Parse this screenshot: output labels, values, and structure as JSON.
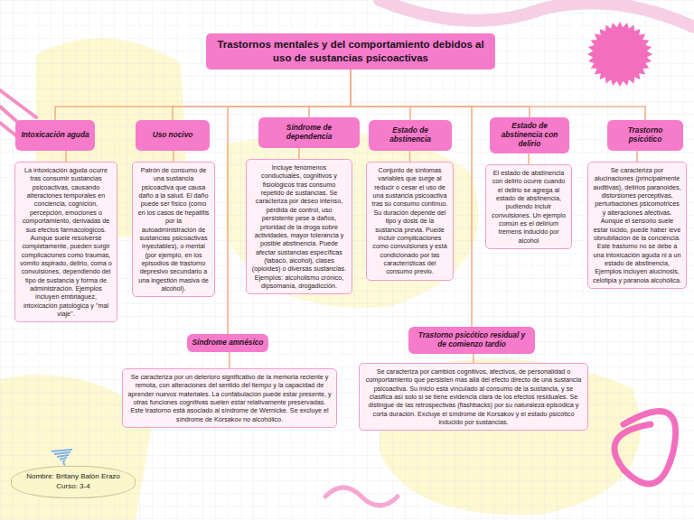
{
  "diagram": {
    "nodes": [
      {
        "text": [
          "Trastornos mentales y del comportamiento debidos al uso de sustancias psicoactivas"
        ]
      },
      {
        "text": [
          "Intoxicación aguda"
        ]
      },
      {
        "text": [
          "La intoxicación aguda ocurre tras consumir sustancias psicoactivas, causando alteraciones temporales en conciencia, cognición, percepción, emociones o comportamiento, derivadas de sus efectos farmacológicos. Aunque suele resolverse completamente, pueden surgir complicaciones como traumas, vómito aspirado, delirio, coma o convulsiones, dependiendo del tipo de sustancia y forma de administración. Ejemplos incluyen embriaguez, intoxicación patológica y \"mal viaje\"."
        ]
      },
      {
        "text": [
          "Uso nocivo"
        ]
      },
      {
        "text": [
          "Patrón de consumo de una sustancia psicoactiva que causa daño a la salud. El daño puede ser físico (como en los casos de hepatitis por la autoadministración de sustancias psicoactivas inyectables), o mental (por ejemplo, en los episodios de trastorno depresivo secundario a una ingestión masiva de alcohol)."
        ]
      },
      {
        "text": [
          "Síndrome de dependencia"
        ]
      },
      {
        "text": [
          "Incluye fenómenos conductuales, cognitivos y fisiológicos tras consumo repetido de sustancias. Se caracteriza por deseo intenso, pérdida de control, uso persistente pese a daños, prioridad de la droga sobre actividades, mayor tolerancia y posible abstinencia. Puede afectar sustancias específicas (tabaco, alcohol), clases (opioides) o diversas sustancias. Ejemplos: alcoholismo crónico, dipsomanía, drogadicción."
        ]
      },
      {
        "text": [
          "Estado de abstinencia"
        ]
      },
      {
        "text": [
          "Conjunto de síntomas variables que surge al reducir o cesar el uso de una sustancia psicoactiva tras su consumo continuo. Su duración depende del tipo y dosis de la sustancia previa. Puede incluir complicaciones como convulsiones y está condicionado por las características del consumo previo."
        ]
      },
      {
        "text": [
          "Estado de abstinencia con delirio"
        ]
      },
      {
        "text": [
          "El estado de abstinencia con delirio ocurre cuando el delirio se agrega al estado de abstinencia, pudiendo incluir convulsiones. Un ejemplo común es el delirium tremens inducido por alcohol"
        ]
      },
      {
        "text": [
          "Trastorno psicótico"
        ]
      },
      {
        "text": [
          "Se caracteriza por alucinaciones (principalmente auditivas), delirios paranoides, distorsiones perceptivas, perturbaciones psicomotrices y alteraciones afectivas. Aunque el sensorio suele estar lúcido, puede haber leve obnubilación de la conciencia. Este trastorno no se debe a una intoxicación aguda ni a un estado de abstinencia, Ejemplos incluyen alucinosis, celotipia y paranoia alcohólica."
        ]
      },
      {
        "text": [
          "Síndrome amnésico"
        ]
      },
      {
        "text": [
          "Se caracteriza por un deterioro significativo de la memoria reciente y remota, con alteraciones del sentido del tiempo y la capacidad de aprender nuevos materiales. La confabulación puede estar presente, y otras funciones cognitivas suelen estar relativamente preservadas. Este trastorno está asociado al síndrome de Wernicke. Se excluye el síndrome de Korsakov no alcohólico."
        ]
      },
      {
        "text": [
          "Trastorno psicótico residual y de comienzo tardío"
        ]
      },
      {
        "text": [
          "Se caracteriza por cambios cognitivos, afectivos, de personalidad o comportamiento que persisten más allá del efecto directo de una sustancia psicoactiva. Su inicio está vinculado al consumo de la sustancia, y se clasifica así solo si se tiene evidencia clara de los efectos residuales. Se distingue de las retrospectivas (flashbacks) por su naturaleza episódica y corta duración. Excluye el síndrome de Korsakov y el estado psicótico inducido por sustancias."
        ]
      },
      {
        "text": [
          "Nombre: Britany Balón Erazo",
          "Curso: 3-4"
        ]
      }
    ],
    "edges": [
      {
        "from": 0,
        "to": 1,
        "arrow": "none"
      },
      {
        "from": 0,
        "to": 3,
        "arrow": "none"
      },
      {
        "from": 0,
        "to": 5,
        "arrow": "none"
      },
      {
        "from": 0,
        "to": 7,
        "arrow": "none"
      },
      {
        "from": 0,
        "to": 9,
        "arrow": "none"
      },
      {
        "from": 0,
        "to": 11,
        "arrow": "none"
      },
      {
        "from": 0,
        "to": 13,
        "arrow": "none"
      },
      {
        "from": 0,
        "to": 15,
        "arrow": "none"
      },
      {
        "from": 1,
        "to": 2,
        "arrow": "none"
      },
      {
        "from": 3,
        "to": 4,
        "arrow": "none"
      },
      {
        "from": 5,
        "to": 6,
        "arrow": "none"
      },
      {
        "from": 7,
        "to": 8,
        "arrow": "none"
      },
      {
        "from": 9,
        "to": 10,
        "arrow": "none"
      },
      {
        "from": 11,
        "to": 12,
        "arrow": "none"
      },
      {
        "from": 13,
        "to": 14,
        "arrow": "none"
      },
      {
        "from": 15,
        "to": 16,
        "arrow": "none"
      }
    ]
  }
}
